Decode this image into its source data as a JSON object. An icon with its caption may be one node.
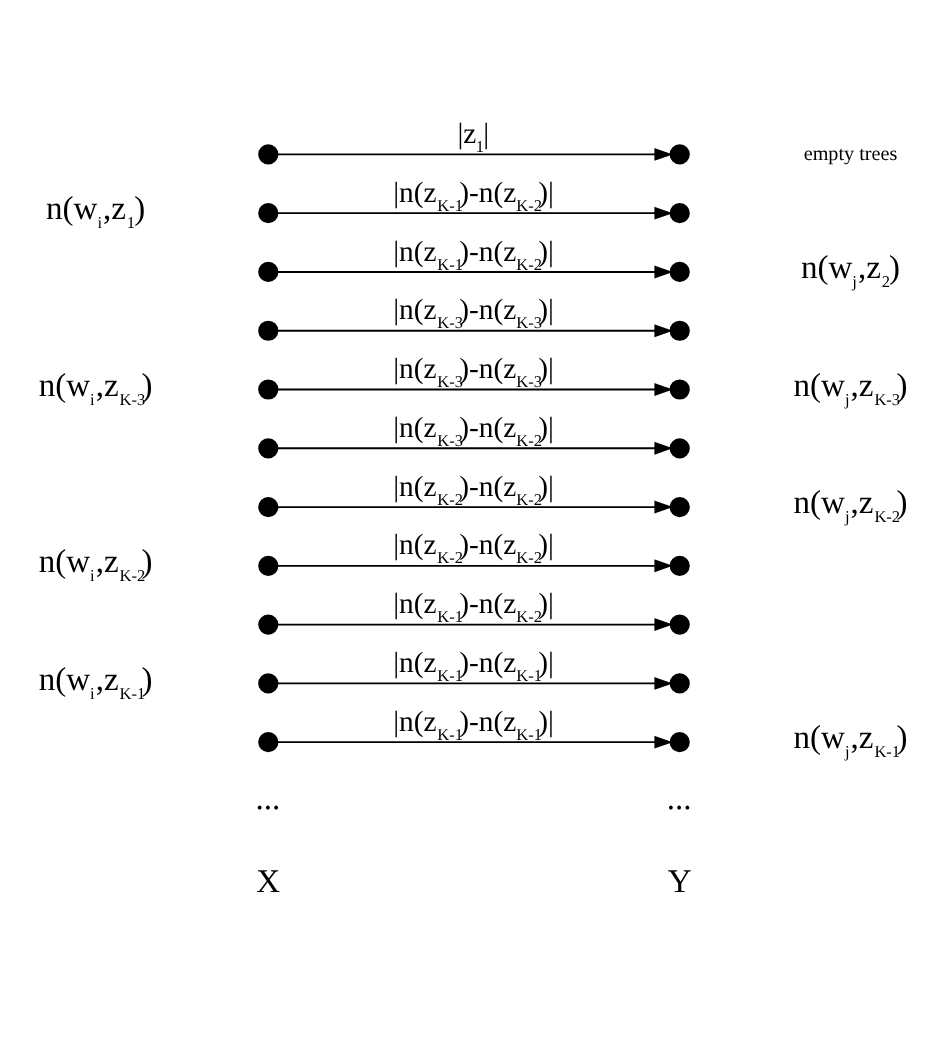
{
  "diagram": {
    "nodes": [
      {
        "text": [],
        "shape": "circle"
      },
      {
        "text": [],
        "shape": "circle"
      },
      {
        "text": [],
        "shape": "circle"
      },
      {
        "text": [],
        "shape": "circle"
      },
      {
        "text": [],
        "shape": "circle"
      },
      {
        "text": [],
        "shape": "circle"
      },
      {
        "text": [],
        "shape": "circle"
      },
      {
        "text": [],
        "shape": "circle"
      },
      {
        "text": [],
        "shape": "circle"
      },
      {
        "text": [],
        "shape": "circle"
      },
      {
        "text": [],
        "shape": "circle"
      },
      {
        "text": [],
        "shape": "circle"
      },
      {
        "text": [],
        "shape": "circle"
      },
      {
        "text": [],
        "shape": "circle"
      },
      {
        "text": [],
        "shape": "circle"
      },
      {
        "text": [],
        "shape": "circle"
      },
      {
        "text": [],
        "shape": "circle"
      },
      {
        "text": [],
        "shape": "circle"
      },
      {
        "text": [],
        "shape": "circle"
      },
      {
        "text": [],
        "shape": "circle"
      },
      {
        "text": [],
        "shape": "circle"
      },
      {
        "text": [],
        "shape": "circle"
      }
    ],
    "edges": [
      {
        "from": 0,
        "to": 11,
        "arrow": "to",
        "label": "|n(z$_{K-1}$)-n(z$_{K-1}$)|"
      },
      {
        "from": 1,
        "to": 12,
        "arrow": "to",
        "label": "|n(z$_{K-1}$)-n(z$_{K-1}$)|"
      },
      {
        "from": 2,
        "to": 13,
        "arrow": "to",
        "label": "|n(z$_{K-1}$)-n(z$_{K-2}$)|"
      },
      {
        "from": 3,
        "to": 14,
        "arrow": "to",
        "label": "|n(z$_{K-2}$)-n(z$_{K-2}$)|"
      },
      {
        "from": 4,
        "to": 15,
        "arrow": "to",
        "label": "|n(z$_{K-2}$)-n(z$_{K-2}$)|"
      },
      {
        "from": 5,
        "to": 16,
        "arrow": "to",
        "label": "|n(z$_{K-3}$)-n(z$_{K-2}$)|"
      },
      {
        "from": 6,
        "to": 17,
        "arrow": "to",
        "label": "|n(z$_{K-3}$)-n(z$_{K-3}$)|"
      },
      {
        "from": 7,
        "to": 18,
        "arrow": "to",
        "label": "|n(z$_{K-3}$)-n(z$_{K-3}$)|"
      },
      {
        "from": 8,
        "to": 19,
        "arrow": "to",
        "label": "|n(z$_{K-1}$)-n(z$_{K-2}$)|"
      },
      {
        "from": 9,
        "to": 20,
        "arrow": "to",
        "label": "|n(z$_{K-1}$)-n(z$_{K-2}$)|"
      },
      {
        "from": 10,
        "to": 21,
        "arrow": "to",
        "label": "|z$_{1}$|"
      }
    ],
    "labels": [
      "X",
      "Y",
      "n(w$_{i}$,z$_{K-1}$)",
      "n(w$_{j}$,z$_{K-1}$)",
      "n(w$_{i}$,z$_{K-2}$)",
      "n(w$_{j}$,z$_{K-2}$)",
      "n(w$_{i}$,z$_{K-3}$)",
      "n(w$_{j}$,z$_{K-3}$)",
      "...",
      "...",
      "n(w$_{i}$,z$_{1}$)",
      "n(w$_{j}$,z$_{2}$)",
      "empty trees"
    ]
  }
}
